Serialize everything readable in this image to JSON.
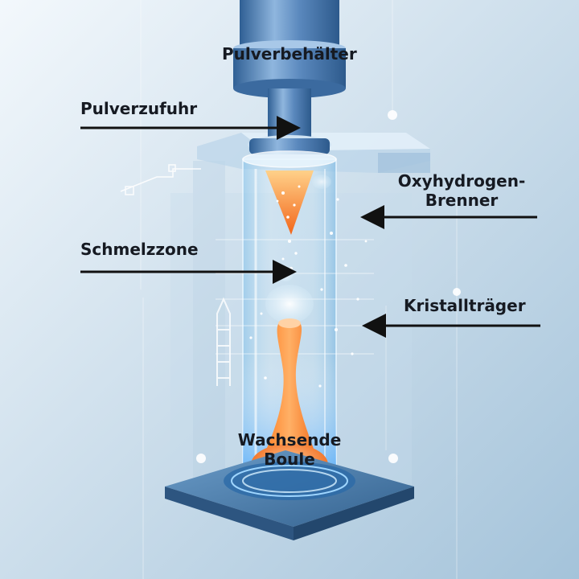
{
  "labels": {
    "powder_container": "Pulverbehälter",
    "powder_feed": "Pulverzufuhr",
    "burner_line1": "Oxyhydrogen-",
    "burner_line2": "Brenner",
    "melt_zone": "Schmelzzone",
    "crystal_carrier": "Kristallträger",
    "boule_line1": "Wachsende",
    "boule_line2": "Boule"
  },
  "colors": {
    "background_top": "#eef5fb",
    "background_bottom": "#a9c6dc",
    "pipe": "#4f7fb3",
    "glass": "#9dd2f0",
    "flame": "#f26a1b",
    "melt": "#ff8c3a",
    "base": "#3f6f9e",
    "arrow": "#111111"
  }
}
